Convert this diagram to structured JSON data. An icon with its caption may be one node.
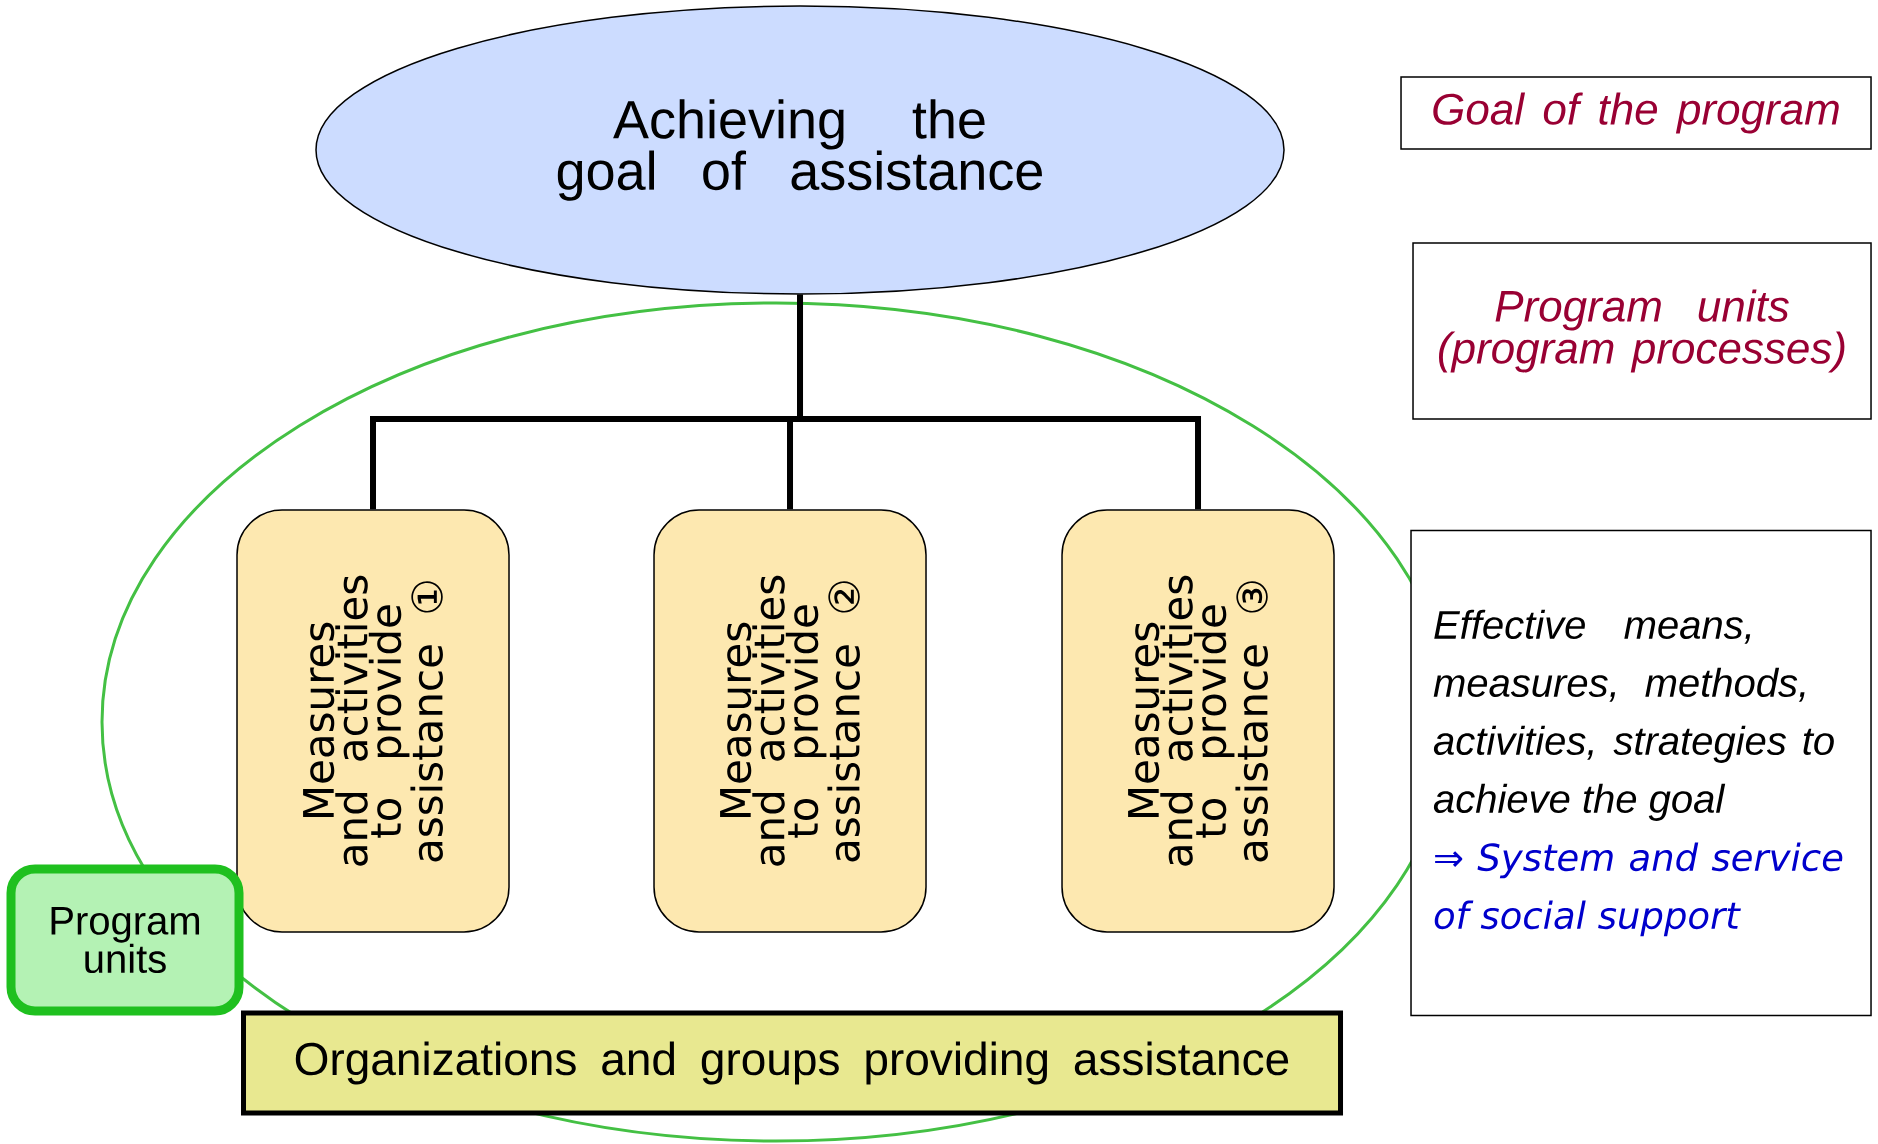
{
  "diagram": {
    "nodes": [
      {
        "text": [
          "Achieving the goal of assistance"
        ]
      },
      {
        "text": [
          "Measures and activities to provide assistance ①"
        ]
      },
      {
        "text": [
          "Measures and activities to provide assistance ②"
        ]
      },
      {
        "text": [
          "Measures and activities to provide assistance ③"
        ]
      },
      {
        "text": [
          "Program units"
        ]
      },
      {
        "text": [
          "Organizations and groups providing assistance"
        ]
      },
      {
        "text": [
          "Goal of the program"
        ]
      },
      {
        "text": [
          "Program units (program processes)"
        ]
      },
      {
        "text": [
          "Effective means, measures, methods, activities, strategies to achieve the goal",
          "⇒ System and service of social support"
        ]
      }
    ],
    "edges": [
      {
        "from": 0,
        "to": 1,
        "arrow": "none"
      },
      {
        "from": 0,
        "to": 2,
        "arrow": "none"
      },
      {
        "from": 0,
        "to": 3,
        "arrow": "none"
      }
    ]
  }
}
